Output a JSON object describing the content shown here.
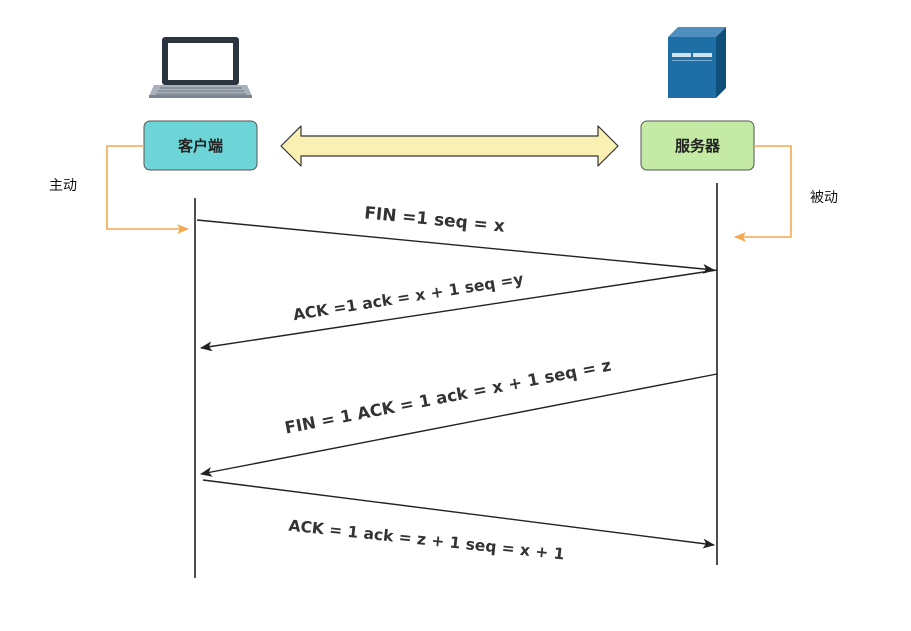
{
  "participants": {
    "client": {
      "label": "客户端",
      "fill": "#6dd5d8"
    },
    "server": {
      "label": "服务器",
      "fill": "#c5eaa6"
    }
  },
  "roles": {
    "active": "主动",
    "passive": "被动"
  },
  "messages": [
    {
      "text": "FIN =1 seq = x",
      "direction": "client-to-server"
    },
    {
      "text": "ACK =1 ack = x + 1 seq =y",
      "direction": "server-to-client"
    },
    {
      "text": "FIN = 1 ACK = 1 ack = x + 1 seq = z",
      "direction": "server-to-client"
    },
    {
      "text": "ACK = 1 ack = z + 1 seq = x + 1",
      "direction": "client-to-server"
    }
  ],
  "colors": {
    "double_arrow_fill": "#fbf0b4",
    "role_arrow": "#f3a94f",
    "lifeline": "#222222",
    "message_text": "#333333"
  },
  "icons": {
    "client": "laptop-icon",
    "server": "server-tower-icon"
  }
}
